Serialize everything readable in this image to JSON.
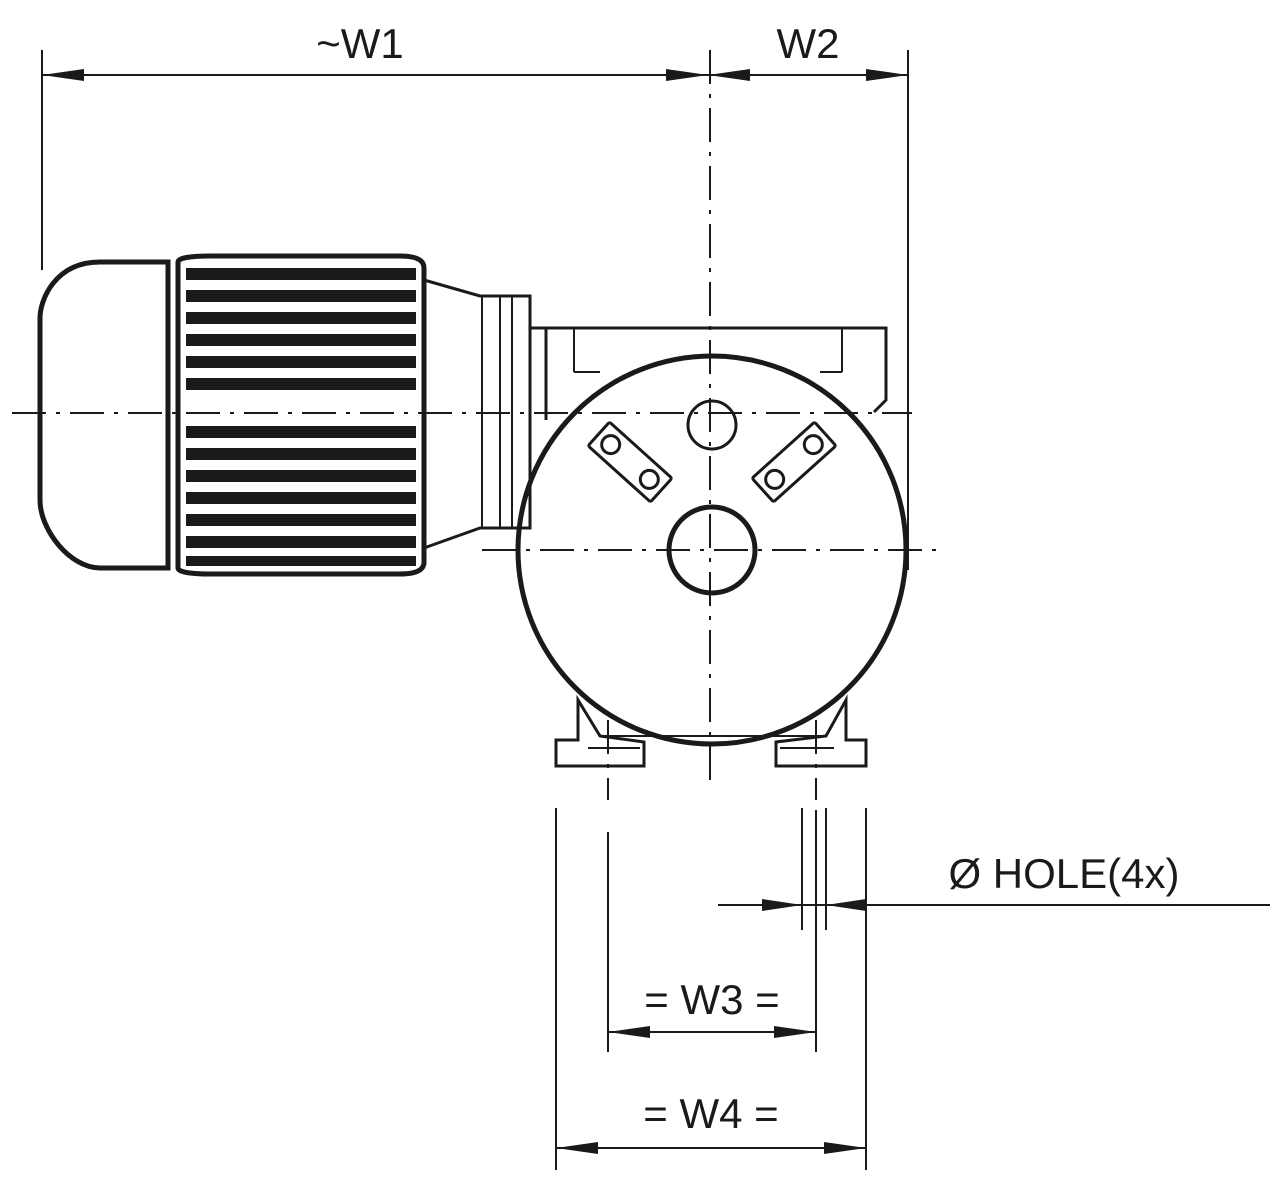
{
  "labels": {
    "w1": "~W1",
    "w2": "W2",
    "hole": "Ø HOLE(4x)",
    "w3": "= W3 =",
    "w4": "= W4 ="
  },
  "colors": {
    "ink": "#1a1a1a",
    "paper": "#ffffff"
  }
}
